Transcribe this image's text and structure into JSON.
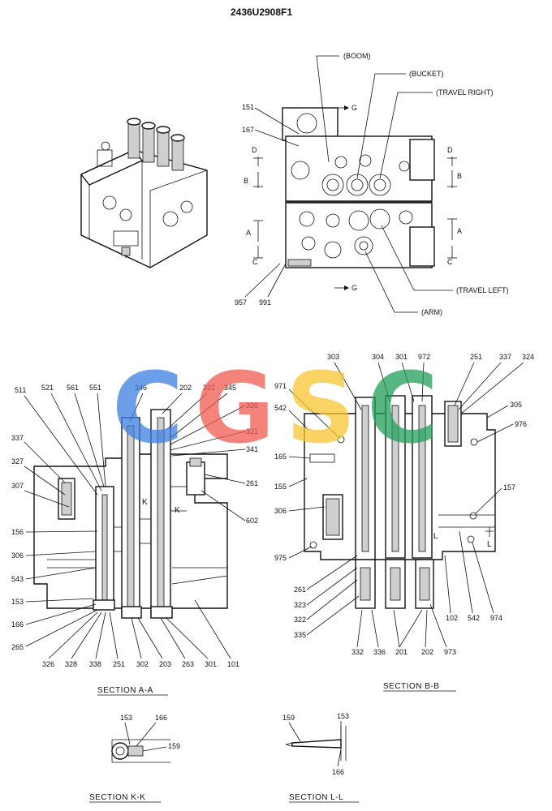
{
  "drawing": {
    "number": "2436U2908F1"
  },
  "watermark": {
    "letters": [
      "C",
      "G",
      "S",
      "C"
    ],
    "colors": [
      "#3b7fe0",
      "#ef5a4f",
      "#f7c531",
      "#1f9e57"
    ]
  },
  "top_view": {
    "sections": [
      "(BOOM)",
      "(BUCKET)",
      "(TRAVEL RIGHT)",
      "(TRAVEL LEFT)",
      "(ARM)"
    ],
    "parts": [
      "151",
      "167",
      "957",
      "991"
    ],
    "markers": [
      "G",
      "G",
      "D",
      "D",
      "B",
      "B",
      "A",
      "A",
      "C",
      "C"
    ]
  },
  "section_aa": {
    "caption": "SECTION  A-A",
    "top_parts": [
      "511",
      "521",
      "561",
      "551",
      "346",
      "202",
      "332",
      "345"
    ],
    "right_parts": [
      "320",
      "321",
      "341",
      "261",
      "602"
    ],
    "left_parts": [
      "337",
      "327",
      "307",
      "156",
      "306",
      "543",
      "153",
      "166",
      "265"
    ],
    "bottom_parts": [
      "326",
      "328",
      "338",
      "251",
      "302",
      "203",
      "263",
      "301",
      "101"
    ],
    "port_k": "K"
  },
  "section_bb": {
    "caption": "SECTION  B-B",
    "top_parts": [
      "303",
      "304",
      "301",
      "972",
      "251",
      "337",
      "324"
    ],
    "left_parts": [
      "971",
      "542",
      "165",
      "155",
      "306",
      "975",
      "261",
      "323",
      "322",
      "335"
    ],
    "right_parts": [
      "305",
      "976",
      "157",
      "102",
      "542",
      "974"
    ],
    "bottom_parts": [
      "332",
      "336",
      "201",
      "202",
      "973"
    ],
    "port_l": "L"
  },
  "section_kk": {
    "caption": "SECTION  K-K",
    "parts": [
      "153",
      "166",
      "159"
    ]
  },
  "section_ll": {
    "caption": "SECTION  L-L",
    "parts": [
      "159",
      "153",
      "166"
    ]
  }
}
